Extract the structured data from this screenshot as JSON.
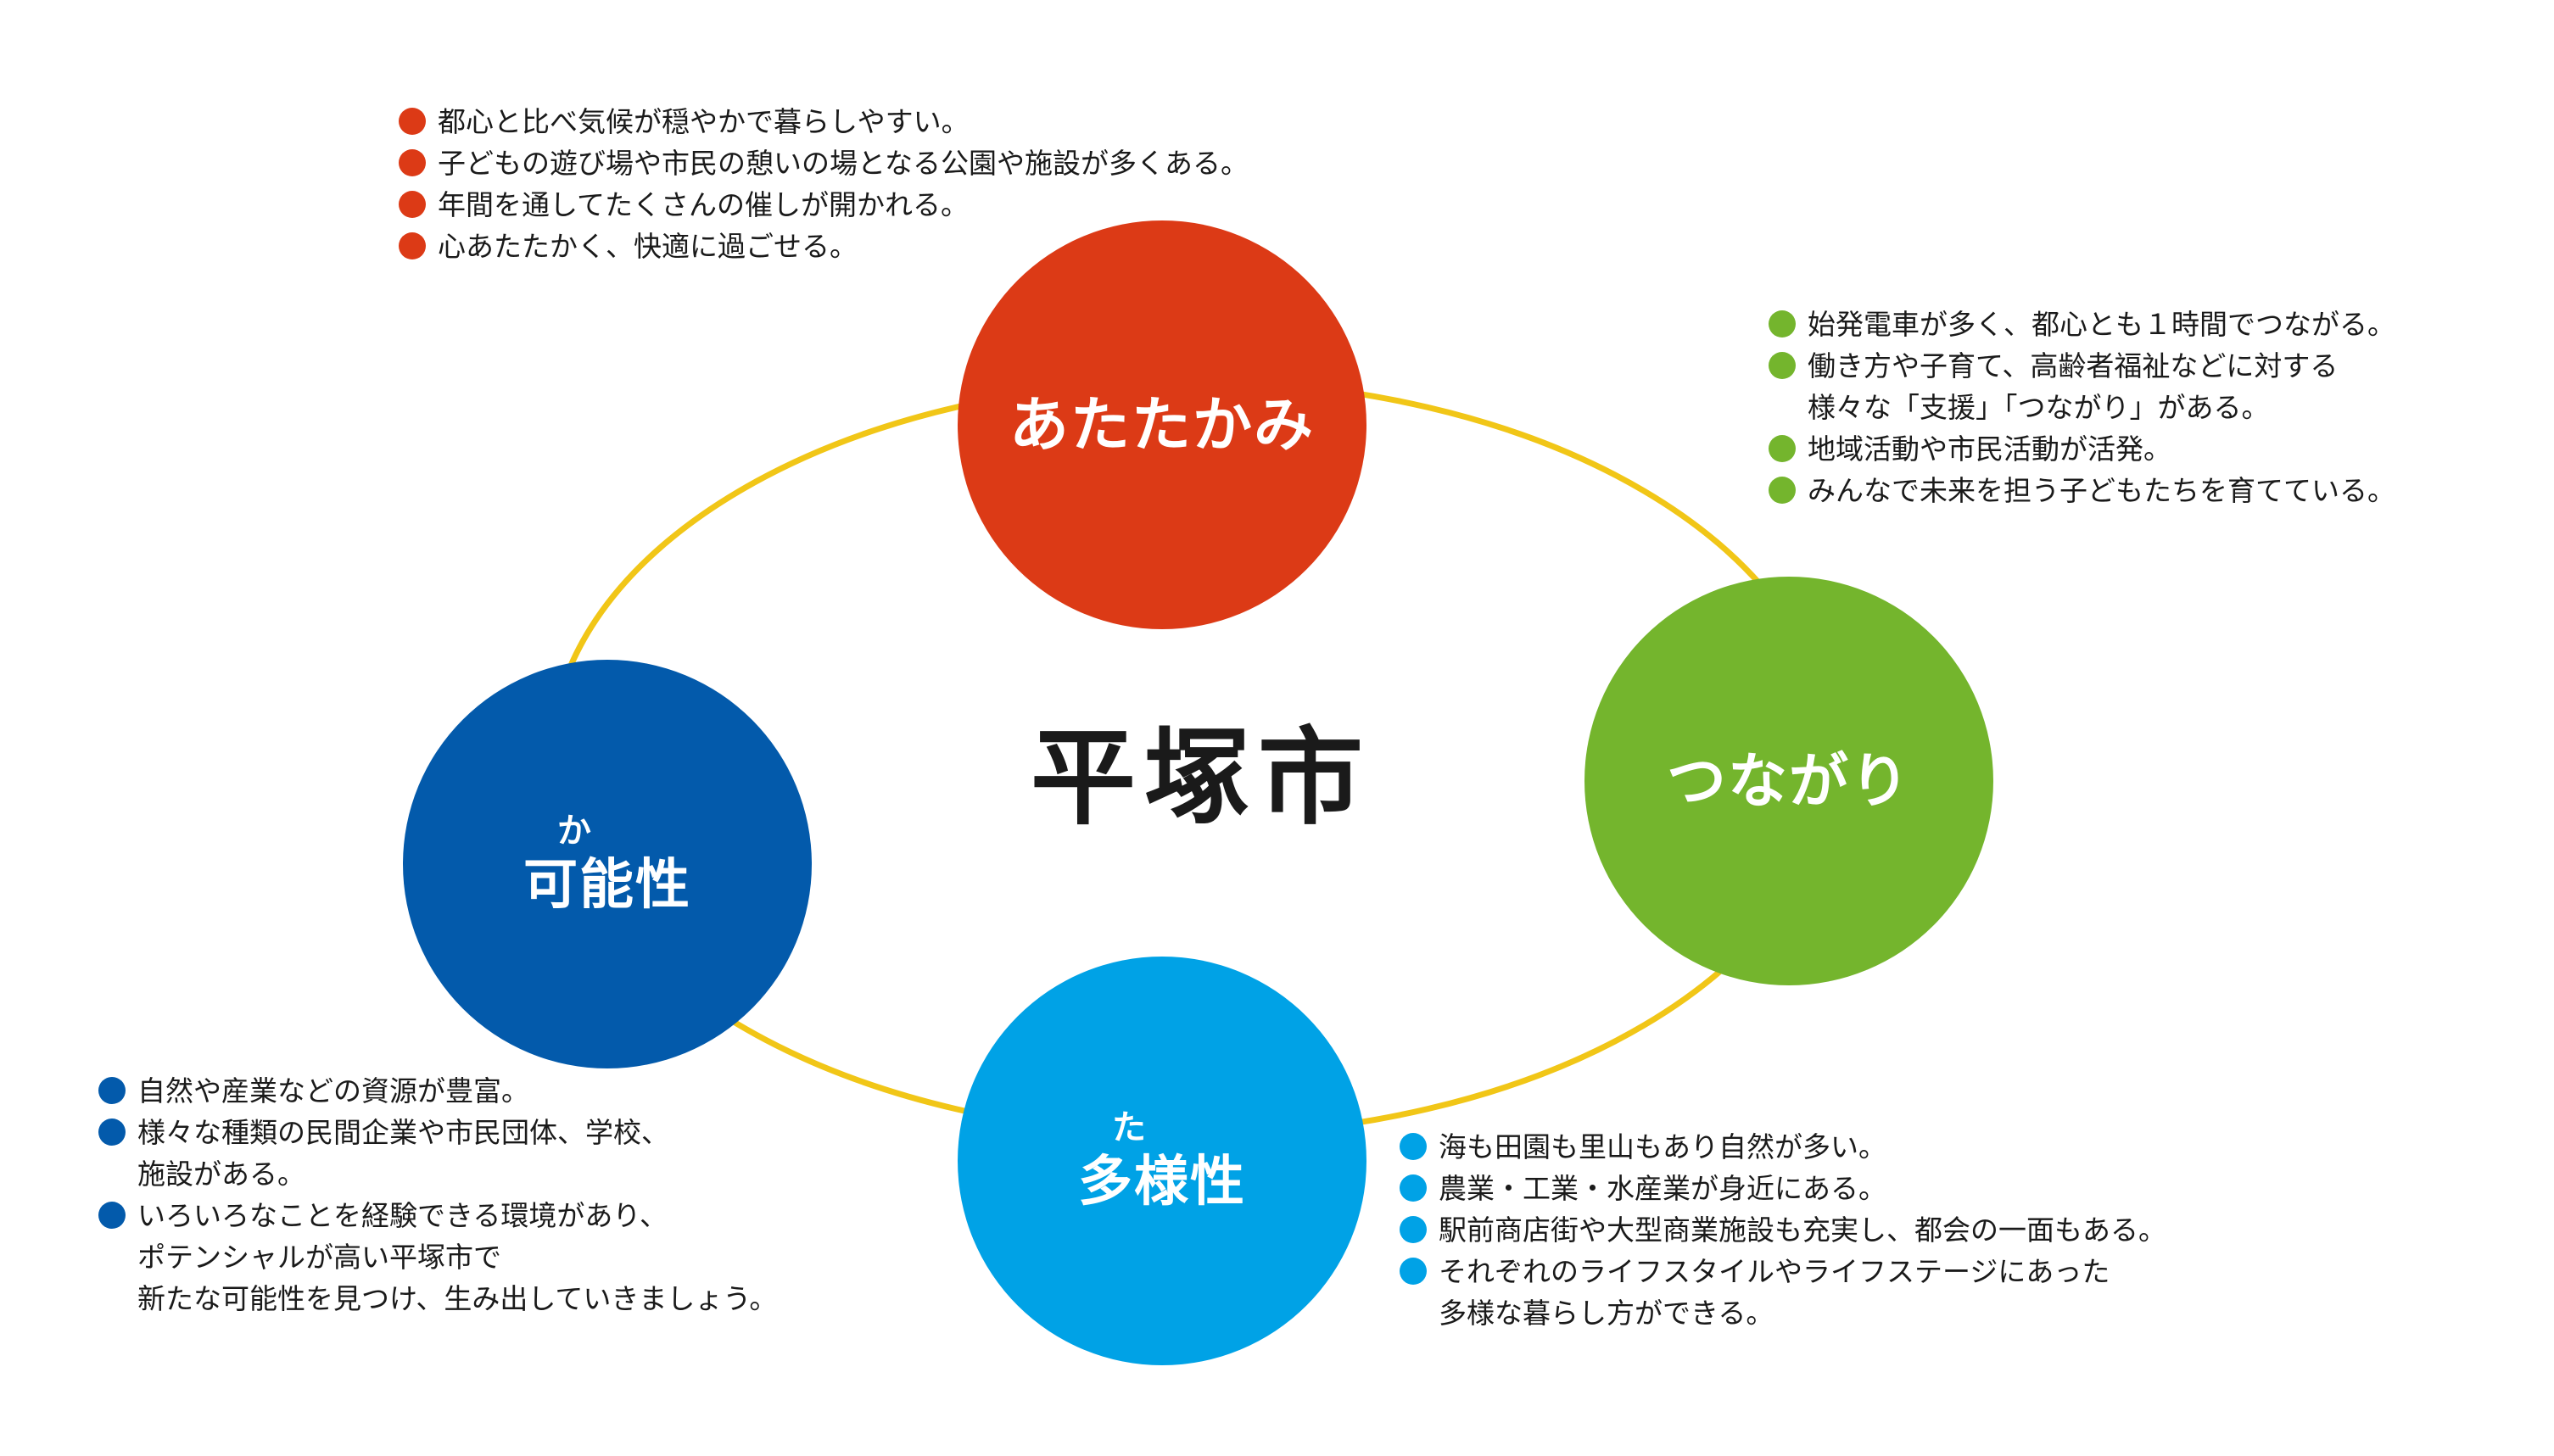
{
  "colors": {
    "ring": "#f1c617",
    "atatakami": "#dc3a16",
    "tsunagari": "#74b52d",
    "tayousei": "#00a2e6",
    "kanousei": "#035aab",
    "text": "#1a1a1a"
  },
  "center": {
    "title": "平塚市"
  },
  "nodes": {
    "atatakami": {
      "label": "あたたかみ",
      "items": [
        "都心と比べ気候が穏やかで暮らしやすい。",
        "子どもの遊び場や市民の憩いの場となる公園や施設が多くある。",
        "年間を通してたくさんの催しが開かれる。",
        "心あたたかく、快適に過ごせる。"
      ]
    },
    "tsunagari": {
      "label": "つながり",
      "items": [
        "始発電車が多く、都心とも１時間でつながる。",
        "働き方や子育て、高齢者福祉などに対する\n様々な「支援」「つながり」がある。",
        "地域活動や市民活動が活発。",
        "みんなで未来を担う子どもたちを育てている。"
      ]
    },
    "tayousei": {
      "ruby": "た",
      "label": "多様性",
      "items": [
        "海も田園も里山もあり自然が多い。",
        "農業・工業・水産業が身近にある。",
        "駅前商店街や大型商業施設も充実し、都会の一面もある。",
        "それぞれのライフスタイルやライフステージにあった\n多様な暮らし方ができる。"
      ]
    },
    "kanousei": {
      "ruby": "か",
      "label": "可能性",
      "items": [
        "自然や産業などの資源が豊富。",
        "様々な種類の民間企業や市民団体、学校、\n施設がある。",
        "いろいろなことを経験できる環境があり、\nポテンシャルが高い平塚市で\n新たな可能性を見つけ、生み出していきましょう。"
      ]
    }
  }
}
